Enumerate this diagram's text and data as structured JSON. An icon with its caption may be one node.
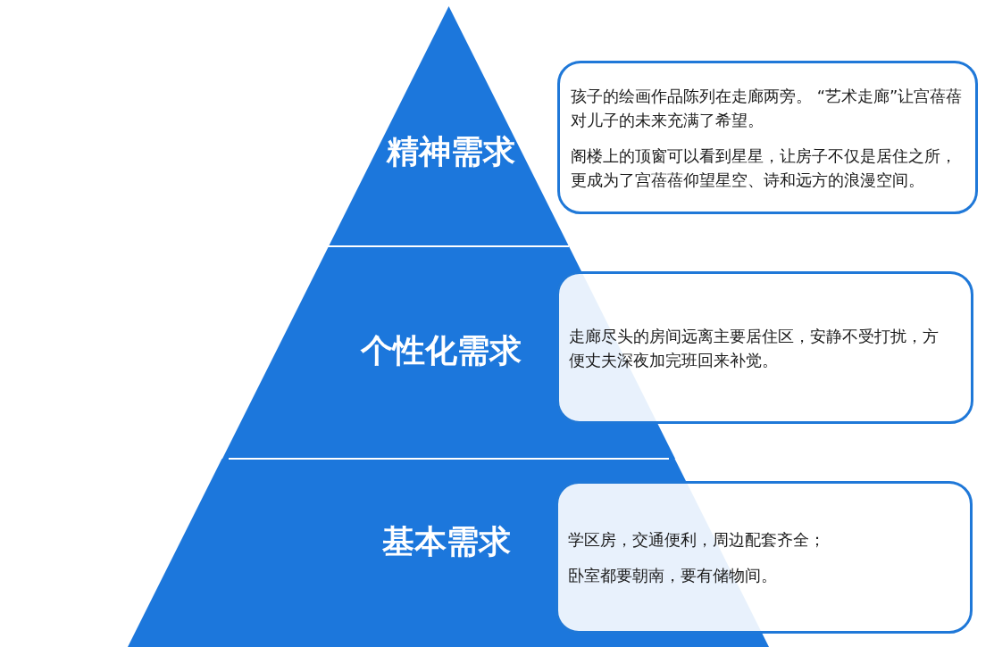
{
  "diagram": {
    "nodes": [
      {
        "text": [
          "精神需求"
        ]
      },
      {
        "text": [
          "孩子的绘画作品陈列在走廊两旁。 “艺术走廊”让宫蓓蓓对儿子的未来充满了希望。",
          "阁楼上的顶窗可以看到星星，让房子不仅是居住之所，更成为了宫蓓蓓仰望星空、诗和远方的浪漫空间。"
        ]
      },
      {
        "text": [
          "个性化需求"
        ]
      },
      {
        "text": [
          "走廊尽头的房间远离主要居住区，安静不受打扰，方便丈夫深夜加完班回来补觉。"
        ]
      },
      {
        "text": [
          "基本需求"
        ]
      },
      {
        "text": [
          "学区房，交通便利，周边配套齐全；",
          "卧室都要朝南，要有储物间。"
        ]
      }
    ]
  }
}
